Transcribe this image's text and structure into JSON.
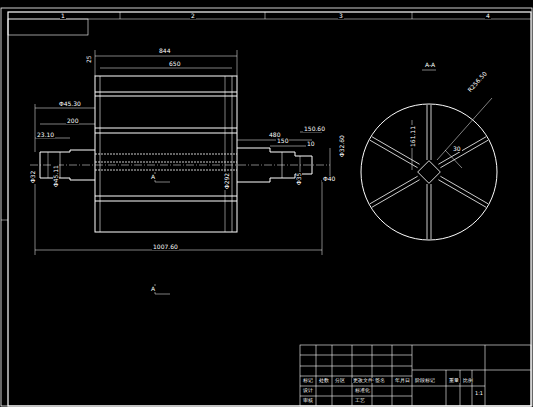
{
  "diagram": {
    "labels": [
      "1",
      "2",
      "3",
      "4",
      "844",
      "650",
      "25",
      "Φ45.30",
      "200",
      "23.10",
      "Φ32",
      "Φ45.11",
      "1007.60",
      "Φ292",
      "480",
      "150.60",
      "150",
      "10",
      "Φ32.60",
      "Φ35",
      "Φ40",
      "A",
      "A",
      "A-A",
      "R256.50",
      "161.11",
      "30",
      "标记",
      "处数",
      "分区",
      "更改文件号",
      "签名",
      "年月日",
      "设计",
      "审核",
      "标准化",
      "工艺",
      "阶段标记",
      "重量",
      "比例",
      "1:1"
    ]
  }
}
